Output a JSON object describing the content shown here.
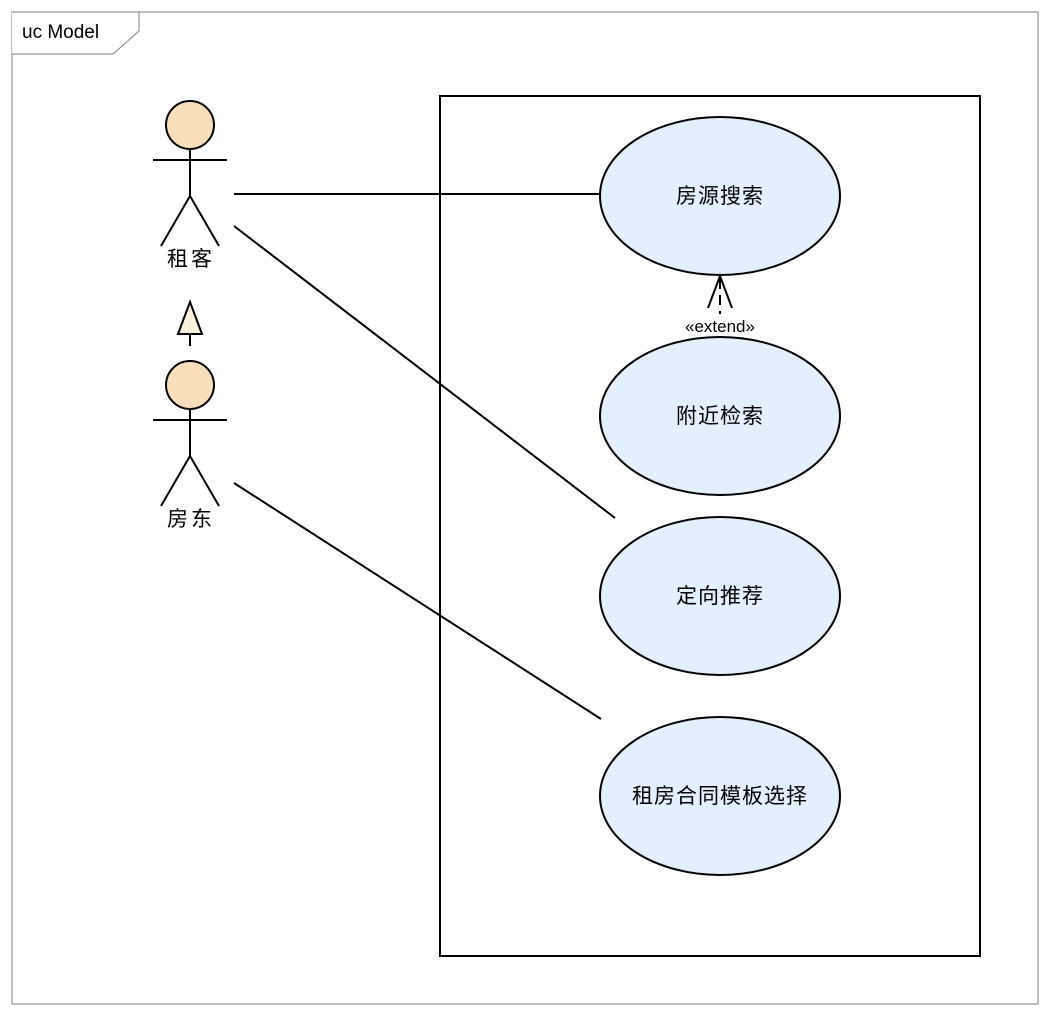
{
  "frame": {
    "title": "uc Model"
  },
  "actors": [
    {
      "id": "tenant",
      "label": "租客"
    },
    {
      "id": "landlord",
      "label": "房东"
    }
  ],
  "use_cases": [
    {
      "id": "search",
      "label": "房源搜索"
    },
    {
      "id": "nearby",
      "label": "附近检索"
    },
    {
      "id": "recommend",
      "label": "定向推荐"
    },
    {
      "id": "contract",
      "label": "租房合同模板选择"
    }
  ],
  "relationships": [
    {
      "type": "association",
      "from": "tenant",
      "to": "search"
    },
    {
      "type": "association",
      "from": "tenant",
      "to": "recommend"
    },
    {
      "type": "association",
      "from": "landlord",
      "to": "contract"
    },
    {
      "type": "generalization",
      "from": "landlord",
      "to": "tenant"
    },
    {
      "type": "extend",
      "from": "nearby",
      "to": "search",
      "label": "«extend»"
    }
  ],
  "colors": {
    "use_case_fill": "#e3effb",
    "actor_head_fill": "#f8deba",
    "generalization_fill": "#fbf2dd",
    "line": "#000000",
    "frame_border": "#7f7f7f"
  }
}
